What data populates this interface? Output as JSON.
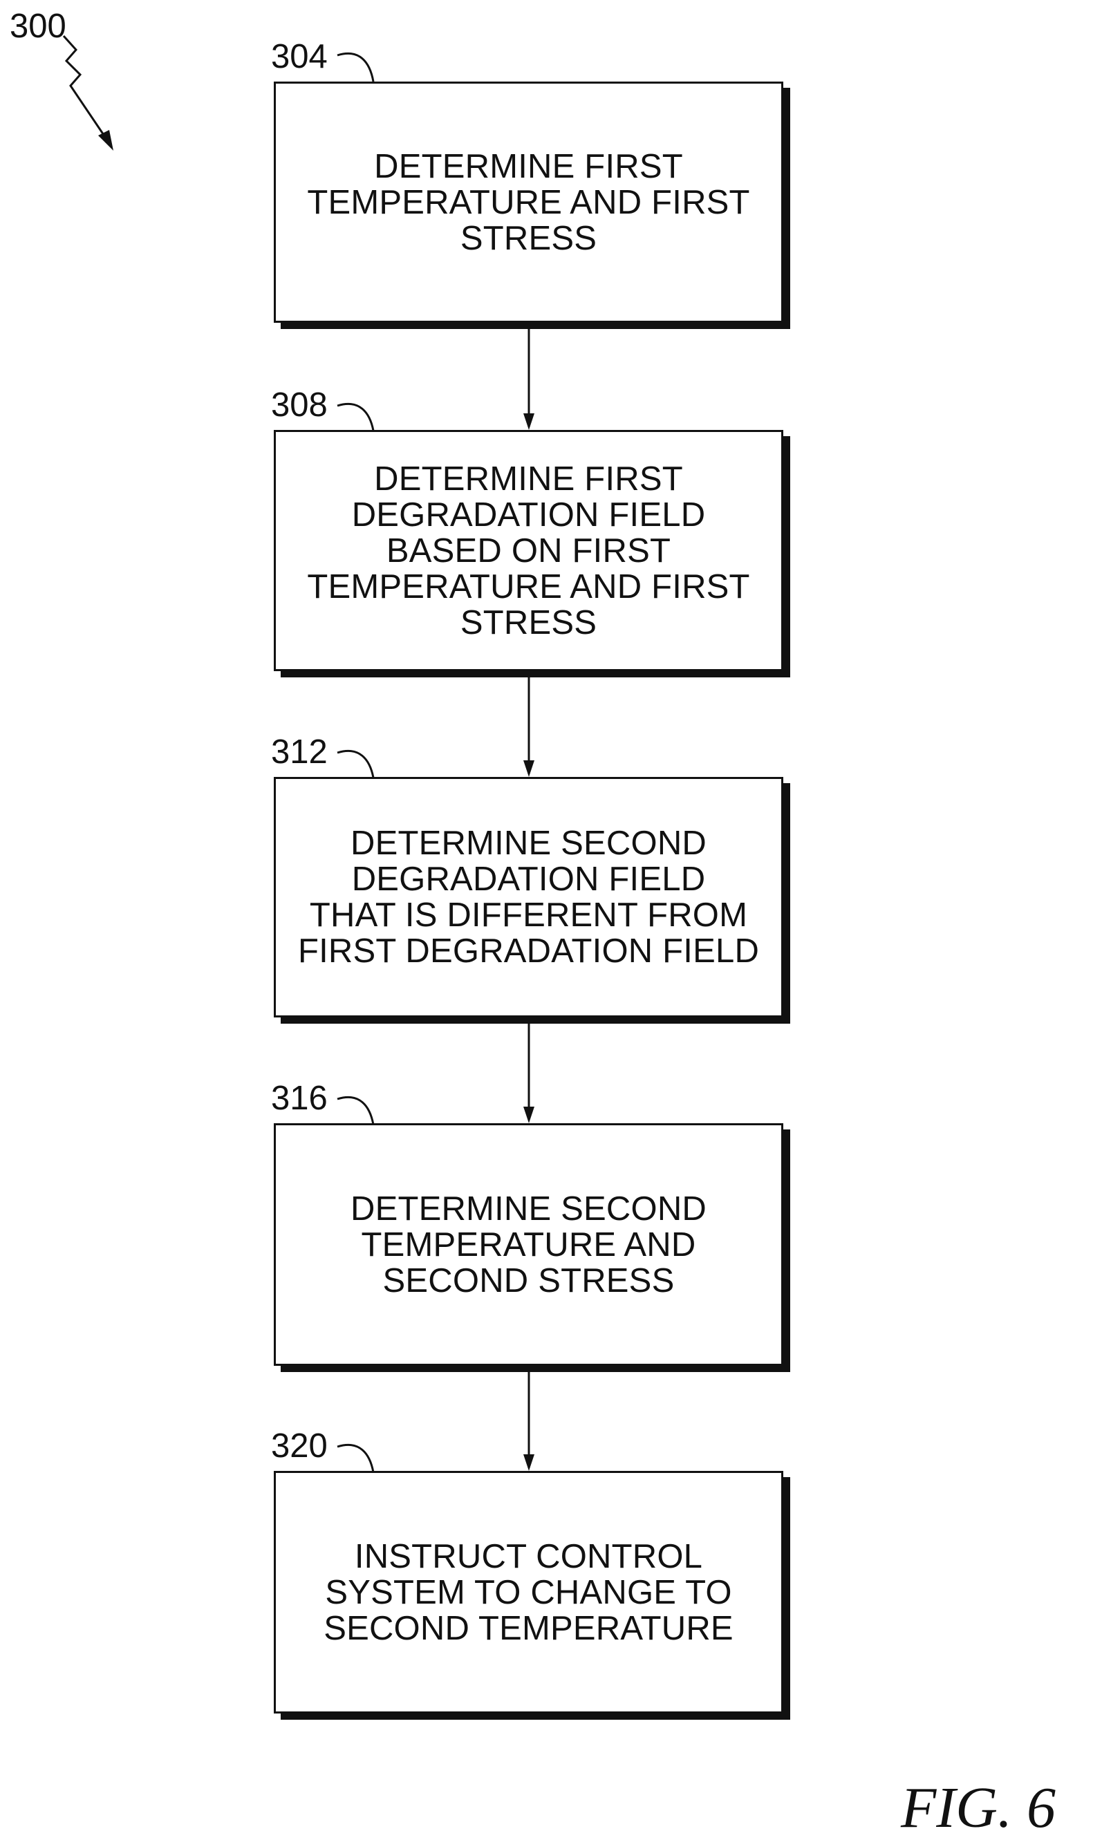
{
  "figure_ref": "300",
  "figure_label": "FIG. 6",
  "steps": [
    {
      "ref": "304",
      "text": "DETERMINE FIRST\nTEMPERATURE AND FIRST\nSTRESS"
    },
    {
      "ref": "308",
      "text": "DETERMINE FIRST\nDEGRADATION FIELD\nBASED ON FIRST\nTEMPERATURE AND FIRST\nSTRESS"
    },
    {
      "ref": "312",
      "text": "DETERMINE SECOND\nDEGRADATION FIELD\nTHAT IS DIFFERENT FROM\nFIRST DEGRADATION FIELD"
    },
    {
      "ref": "316",
      "text": "DETERMINE SECOND\nTEMPERATURE AND\nSECOND STRESS"
    },
    {
      "ref": "320",
      "text": "INSTRUCT CONTROL\nSYSTEM TO CHANGE TO\nSECOND TEMPERATURE"
    }
  ]
}
